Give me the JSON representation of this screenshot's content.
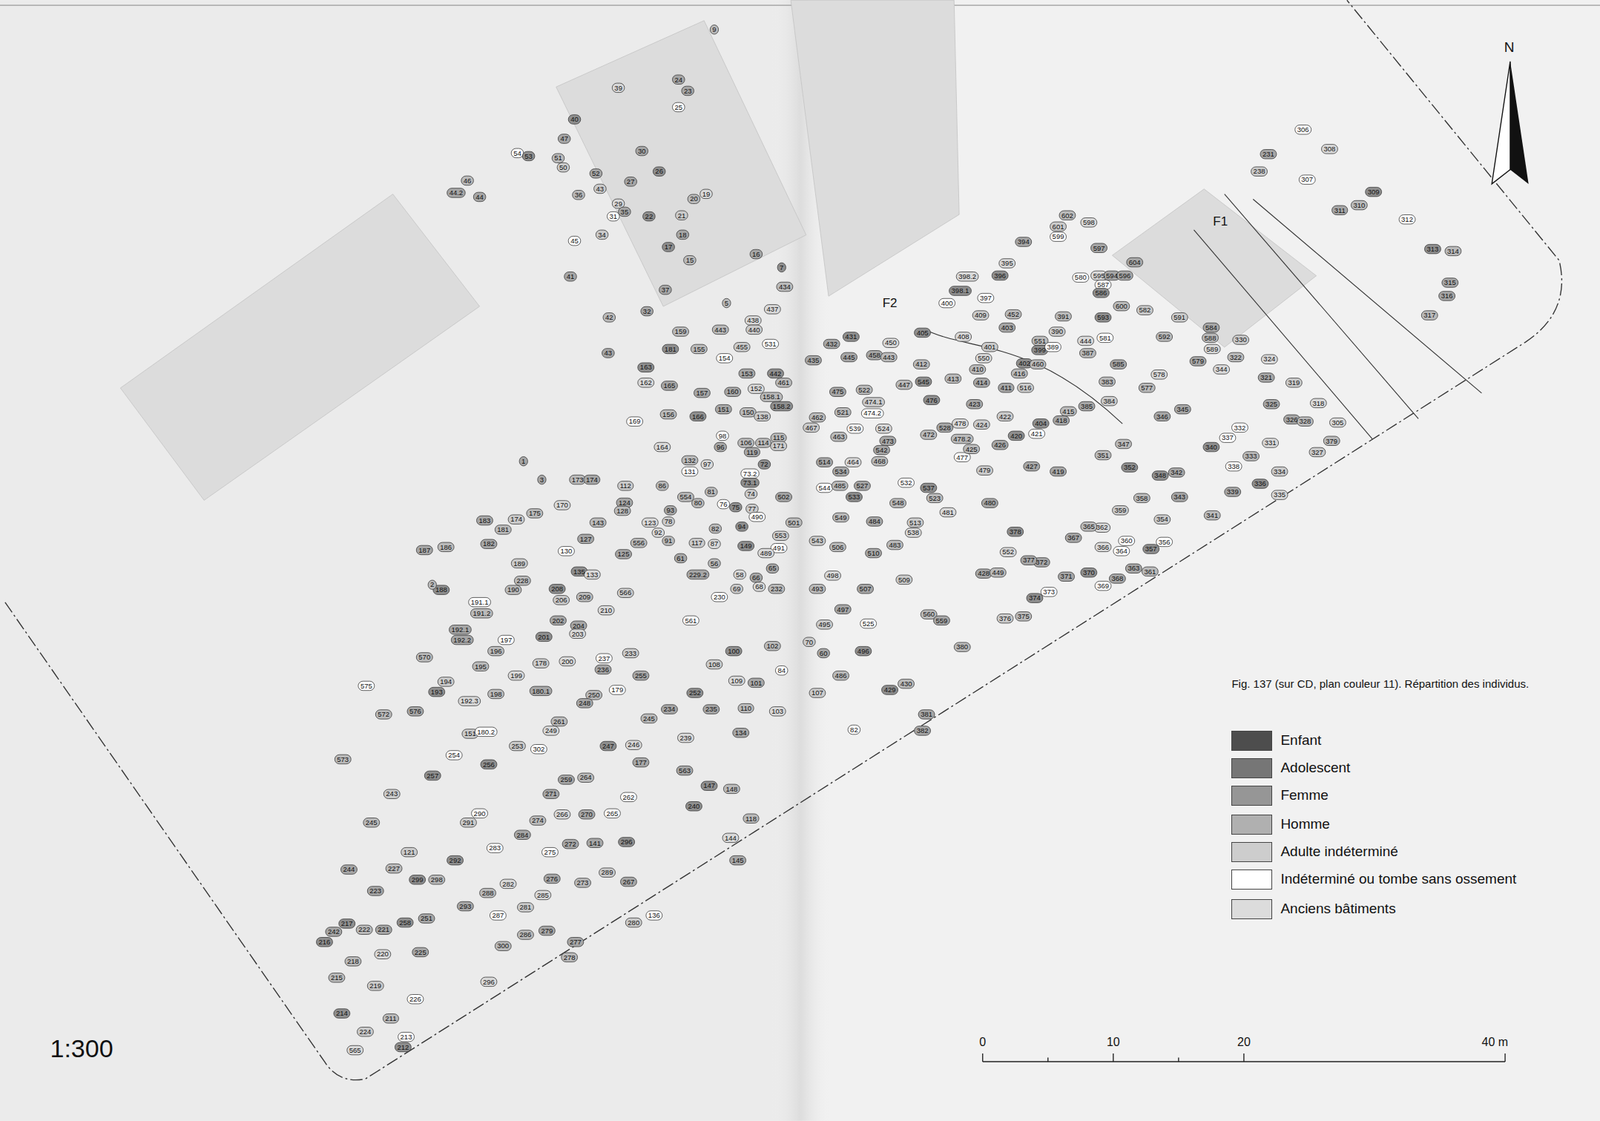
{
  "diagram": {
    "caption": "Fig. 137 (sur CD, plan couleur 11). Répartition des individus.",
    "labels": [
      "N",
      "F1",
      "F2",
      "1:300",
      "0",
      "10",
      "20",
      "40 m",
      "9",
      "39",
      "24",
      "23",
      "25",
      "40",
      "47",
      "30",
      "54",
      "53",
      "51",
      "50",
      "52",
      "26",
      "46",
      "43",
      "27",
      "20",
      "19",
      "44.2",
      "44",
      "36",
      "29",
      "35",
      "21",
      "31",
      "22",
      "18",
      "34",
      "45",
      "17",
      "15",
      "16",
      "41",
      "7",
      "434",
      "37",
      "32",
      "5",
      "437",
      "42",
      "43",
      "159",
      "438",
      "443",
      "440",
      "531",
      "181",
      "155",
      "455",
      "154",
      "163",
      "162",
      "165",
      "153",
      "442",
      "152",
      "157",
      "160",
      "158.1",
      "158.2",
      "461",
      "151",
      "156",
      "166",
      "150",
      "138",
      "169",
      "115",
      "114",
      "171",
      "98",
      "106",
      "164",
      "96",
      "119",
      "132",
      "97",
      "1",
      "3",
      "73.2",
      "72",
      "173",
      "174",
      "131",
      "73.1",
      "81",
      "112",
      "124",
      "86",
      "554",
      "74",
      "502",
      "175",
      "170",
      "183",
      "174",
      "128",
      "123",
      "93",
      "78",
      "76",
      "75",
      "80",
      "77",
      "490",
      "94",
      "181",
      "182",
      "187",
      "186",
      "143",
      "125",
      "127",
      "556",
      "92",
      "91",
      "117",
      "82",
      "87",
      "501",
      "553",
      "491",
      "149",
      "489",
      "189",
      "130",
      "135",
      "133",
      "61",
      "229.2",
      "56",
      "58",
      "66",
      "65",
      "228",
      "208",
      "209",
      "206",
      "190",
      "188",
      "2",
      "566",
      "230",
      "232",
      "68",
      "69",
      "191.1",
      "191.2",
      "210",
      "202",
      "204",
      "561",
      "203",
      "192.1",
      "192.2",
      "197",
      "201",
      "570",
      "233",
      "237",
      "100",
      "102",
      "70",
      "60",
      "196",
      "200",
      "178",
      "236",
      "195",
      "199",
      "255",
      "108",
      "84",
      "109",
      "101",
      "194",
      "575",
      "193",
      "198",
      "180.1",
      "179",
      "252",
      "250",
      "248",
      "576",
      "572",
      "192.3",
      "234",
      "235",
      "110",
      "103",
      "261",
      "151",
      "180.2",
      "249",
      "245",
      "253",
      "302",
      "247",
      "239",
      "134",
      "254",
      "256",
      "246",
      "177",
      "563",
      "573",
      "257",
      "271",
      "259",
      "264",
      "147",
      "148",
      "243",
      "262",
      "240",
      "118",
      "291",
      "290",
      "274",
      "266",
      "270",
      "265",
      "245",
      "144",
      "145",
      "284",
      "283",
      "292",
      "272",
      "141",
      "275",
      "296",
      "227",
      "121",
      "244",
      "299",
      "298",
      "289",
      "276",
      "273",
      "282",
      "267",
      "223",
      "288",
      "285",
      "293",
      "281",
      "287",
      "258",
      "251",
      "280",
      "136",
      "217",
      "222",
      "221",
      "242",
      "216",
      "286",
      "279",
      "277",
      "300",
      "220",
      "218",
      "225",
      "278",
      "296",
      "215",
      "219",
      "226",
      "214",
      "211",
      "224",
      "213",
      "212",
      "565",
      "435",
      "432",
      "431",
      "450",
      "458",
      "445",
      "443",
      "405",
      "412",
      "475",
      "447",
      "545",
      "522",
      "474.1",
      "474.2",
      "521",
      "462",
      "467",
      "539",
      "463",
      "524",
      "473",
      "542",
      "468",
      "464",
      "514",
      "534",
      "544",
      "533",
      "485",
      "527",
      "532",
      "537",
      "548",
      "513",
      "484",
      "549",
      "506",
      "543",
      "510",
      "483",
      "538",
      "507",
      "509",
      "493",
      "498",
      "497",
      "495",
      "525",
      "496",
      "486",
      "107",
      "82",
      "429",
      "430",
      "381",
      "382",
      "380",
      "560",
      "559",
      "528",
      "472",
      "478",
      "478.2",
      "424",
      "413",
      "408",
      "410",
      "401",
      "400",
      "398.1",
      "398.2",
      "409",
      "397",
      "396",
      "395",
      "394",
      "403",
      "452",
      "550",
      "414",
      "411",
      "416",
      "402",
      "460",
      "516",
      "551",
      "399",
      "391",
      "390",
      "389",
      "387",
      "444",
      "601",
      "599",
      "602",
      "598",
      "597",
      "604",
      "580",
      "595",
      "594",
      "596",
      "587",
      "586",
      "600",
      "582",
      "581",
      "593",
      "592",
      "591",
      "584",
      "588",
      "589",
      "330",
      "579",
      "322",
      "324",
      "321",
      "319",
      "306",
      "308",
      "231",
      "238",
      "307",
      "309",
      "310",
      "311",
      "312",
      "313",
      "314",
      "315",
      "316",
      "317",
      "318",
      "325",
      "326",
      "328",
      "305",
      "379",
      "327",
      "332",
      "331",
      "333",
      "334",
      "338",
      "336",
      "335",
      "339",
      "337",
      "340",
      "344",
      "345",
      "346",
      "347",
      "348",
      "342",
      "343",
      "341",
      "352",
      "351",
      "354",
      "356",
      "357",
      "358",
      "359",
      "360",
      "361",
      "362",
      "363",
      "364",
      "365",
      "366",
      "367",
      "368",
      "369",
      "370",
      "371",
      "372",
      "373",
      "374",
      "375",
      "376",
      "377",
      "378",
      "383",
      "384",
      "385",
      "577",
      "578",
      "585",
      "428",
      "449",
      "552",
      "480",
      "479",
      "477",
      "476",
      "423",
      "422",
      "421",
      "420",
      "425",
      "426",
      "418",
      "404",
      "415",
      "419",
      "427",
      "523",
      "481"
    ],
    "legend": [
      {
        "text": "Enfant",
        "color": "#4d4d4d"
      },
      {
        "text": "Adolescent",
        "color": "#767676"
      },
      {
        "text": "Femme",
        "color": "#969696"
      },
      {
        "text": "Homme",
        "color": "#b0b0b0"
      },
      {
        "text": "Adulte indéterminé",
        "color": "#cdcdcd"
      },
      {
        "text": "Indéterminé ou tombe sans ossement",
        "color": "#ffffff"
      },
      {
        "text": "Anciens bâtiments",
        "color": "#dcdcdc"
      }
    ]
  }
}
